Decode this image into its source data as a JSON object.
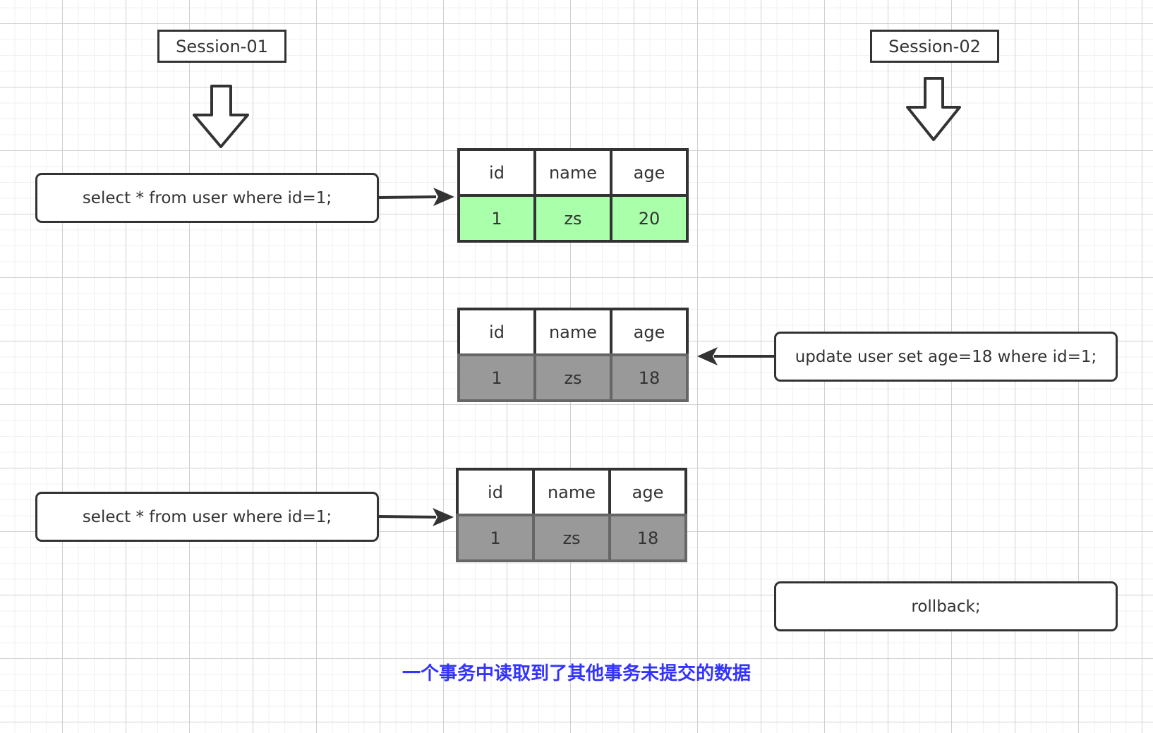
{
  "sessions": [
    {
      "label": "Session-01"
    },
    {
      "label": "Session-02"
    }
  ],
  "commands": {
    "s1_select_1": "select * from user where id=1;",
    "s2_update": "update user set age=18 where id=1;",
    "s1_select_2": "select * from user where id=1;",
    "s2_rollback": "rollback;"
  },
  "tables": [
    {
      "headers": [
        "id",
        "name",
        "age"
      ],
      "row": [
        "1",
        "zs",
        "20"
      ],
      "state": "committed",
      "fill": "#aaffaa"
    },
    {
      "headers": [
        "id",
        "name",
        "age"
      ],
      "row": [
        "1",
        "zs",
        "18"
      ],
      "state": "uncommitted",
      "fill": "#999999"
    },
    {
      "headers": [
        "id",
        "name",
        "age"
      ],
      "row": [
        "1",
        "zs",
        "18"
      ],
      "state": "uncommitted",
      "fill": "#999999"
    }
  ],
  "caption": "一个事务中读取到了其他事务未提交的数据",
  "colors": {
    "stroke": "#333333",
    "committed_row": "#aaffaa",
    "uncommitted_row": "#999999",
    "caption": "#3333ff"
  }
}
